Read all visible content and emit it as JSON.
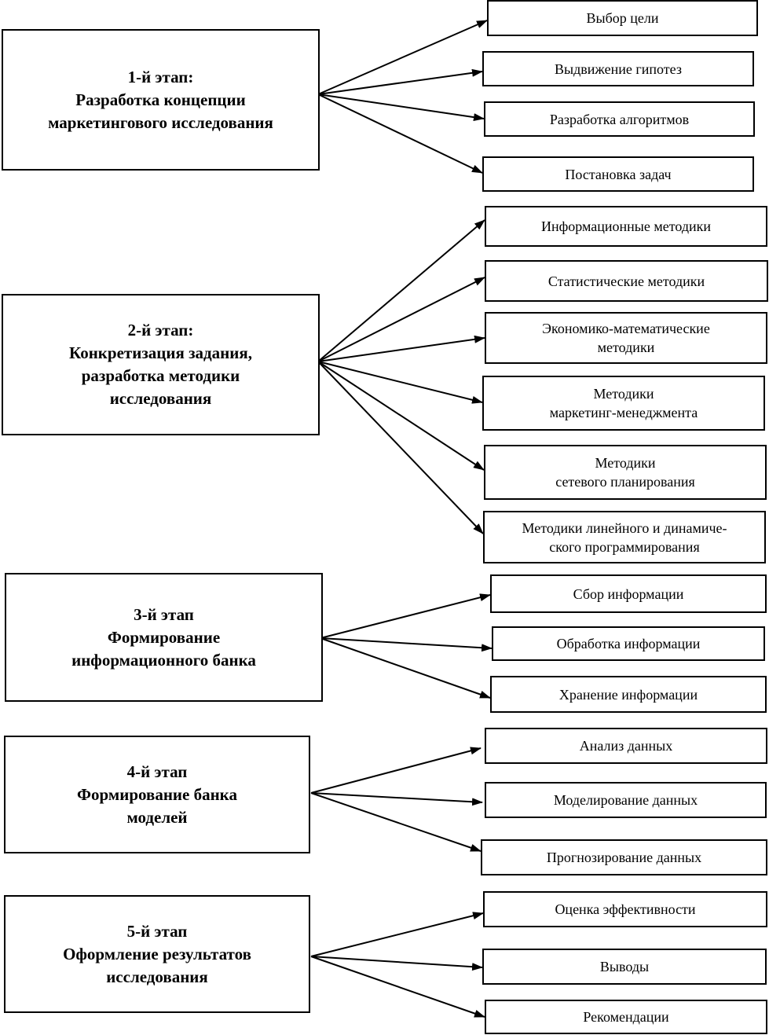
{
  "stages": [
    {
      "number_label": "1-й этап:",
      "title_lines": [
        "Разработка концепции",
        "маркетингового исследования"
      ],
      "steps": [
        {
          "lines": [
            "Выбор цели"
          ]
        },
        {
          "lines": [
            "Выдвижение гипотез"
          ]
        },
        {
          "lines": [
            "Разработка алгоритмов"
          ]
        },
        {
          "lines": [
            "Постановка задач"
          ]
        }
      ]
    },
    {
      "number_label": "2-й этап:",
      "title_lines": [
        "Конкретизация задания,",
        "разработка методики",
        "исследования"
      ],
      "steps": [
        {
          "lines": [
            "Информационные методики"
          ]
        },
        {
          "lines": [
            "Статистические методики"
          ]
        },
        {
          "lines": [
            "Экономико-математические",
            "методики"
          ]
        },
        {
          "lines": [
            "Методики",
            "маркетинг-менеджмента"
          ]
        },
        {
          "lines": [
            "Методики",
            "сетевого планирования"
          ]
        },
        {
          "lines": [
            "Методики линейного и динамиче-",
            "ского программирования"
          ]
        }
      ]
    },
    {
      "number_label": "3-й этап",
      "title_lines": [
        "Формирование",
        "информационного банка"
      ],
      "steps": [
        {
          "lines": [
            "Сбор информации"
          ]
        },
        {
          "lines": [
            "Обработка информации"
          ]
        },
        {
          "lines": [
            "Хранение информации"
          ]
        }
      ]
    },
    {
      "number_label": "4-й этап",
      "title_lines": [
        "Формирование банка",
        "моделей"
      ],
      "steps": [
        {
          "lines": [
            "Анализ данных"
          ]
        },
        {
          "lines": [
            "Моделирование данных"
          ]
        },
        {
          "lines": [
            "Прогнозирование данных"
          ]
        }
      ]
    },
    {
      "number_label": "5-й этап",
      "title_lines": [
        "Оформление результатов",
        "исследования"
      ],
      "steps": [
        {
          "lines": [
            "Оценка эффективности"
          ]
        },
        {
          "lines": [
            "Выводы"
          ]
        },
        {
          "lines": [
            "Рекомендации"
          ]
        }
      ]
    }
  ]
}
